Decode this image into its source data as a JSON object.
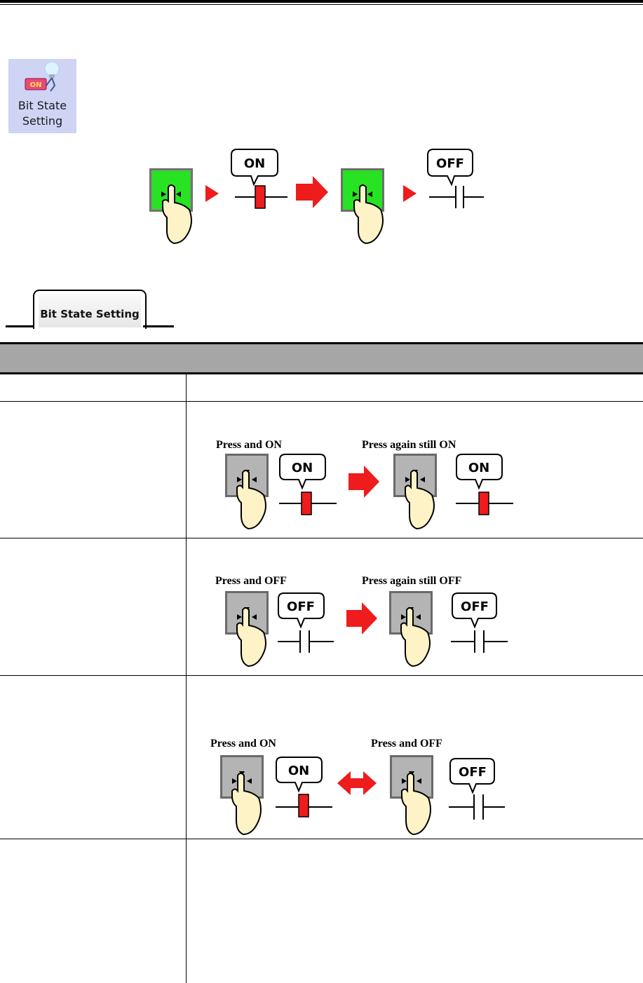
{
  "tool_button": {
    "label_line1": "Bit State",
    "label_line2": "Setting",
    "icon": "bit-state-setting-icon",
    "badge": "ON"
  },
  "top_diagram": {
    "bubble_on": "ON",
    "bubble_off": "OFF"
  },
  "tab": {
    "label": "Bit State Setting"
  },
  "rows": [
    {
      "caption_left": "Press and ON",
      "caption_right": "Press again still ON",
      "bubble_left": "ON",
      "bubble_right": "ON"
    },
    {
      "caption_left": "Press and OFF",
      "caption_right": "Press again still OFF",
      "bubble_left": "OFF",
      "bubble_right": "OFF"
    },
    {
      "caption_left": "Press and ON",
      "caption_right": "Press and OFF",
      "bubble_left": "ON",
      "bubble_right": "OFF"
    }
  ],
  "colors": {
    "green_button": "#27e321",
    "red": "#ee1c1c",
    "gray_button": "#b4b4b4",
    "hand": "#fdf3c6",
    "table_head": "#a6a6a6"
  }
}
